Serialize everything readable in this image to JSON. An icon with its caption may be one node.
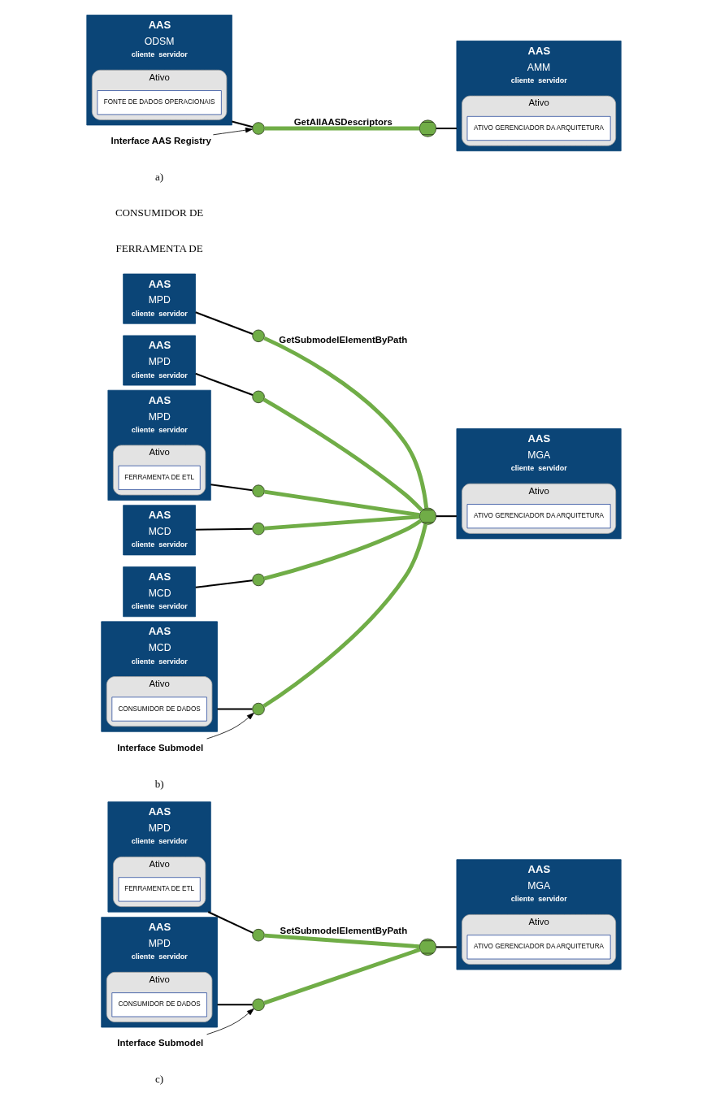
{
  "diagram": {
    "nodes": [
      {
        "text": [
          "AAS",
          "ODSM",
          "cliente",
          "servidor"
        ]
      },
      {
        "text": [
          "Ativo"
        ],
        "in": 0
      },
      {
        "text": [
          "FONTE DE DADOS OPERACIONAIS"
        ],
        "in": 1
      },
      {
        "text": [],
        "shape": "circle"
      },
      {
        "text": [],
        "shape": "semicircle"
      },
      {
        "text": [
          "AAS",
          "AMM",
          "cliente",
          "servidor"
        ]
      },
      {
        "text": [
          "Ativo"
        ],
        "in": 5
      },
      {
        "text": [
          "ATIVO GERENCIADOR DA ARQUITETURA"
        ],
        "in": 6
      },
      {
        "text": [
          "Interface AAS Registry"
        ]
      },
      {
        "text": [
          "AAS",
          "MPD",
          "cliente",
          "servidor"
        ]
      },
      {
        "text": [
          "AAS",
          "MPD",
          "cliente",
          "servidor"
        ]
      },
      {
        "text": [
          "AAS",
          "MPD",
          "cliente",
          "servidor"
        ]
      },
      {
        "text": [
          "Ativo"
        ],
        "in": 11
      },
      {
        "text": [
          "FERRAMENTA DE ETL"
        ],
        "in": 12
      },
      {
        "text": [],
        "shape": "circle"
      },
      {
        "text": [],
        "shape": "circle"
      },
      {
        "text": [],
        "shape": "circle"
      },
      {
        "text": [],
        "shape": "semicircle"
      },
      {
        "text": [
          "AAS",
          "MGA",
          "cliente",
          "servidor"
        ]
      },
      {
        "text": [
          "Ativo"
        ],
        "in": 18
      },
      {
        "text": [
          "ATIVO GERENCIADOR DA ARQUITETURA"
        ],
        "in": 19
      },
      {
        "text": [
          "AAS",
          "MCD",
          "cliente",
          "servidor"
        ]
      },
      {
        "text": [
          "AAS",
          "MCD",
          "cliente",
          "servidor"
        ]
      },
      {
        "text": [
          "AAS",
          "MCD",
          "cliente",
          "servidor"
        ]
      },
      {
        "text": [
          "Ativo"
        ],
        "in": 23
      },
      {
        "text": [
          "CONSUMIDOR DE DADOS"
        ],
        "in": 24
      },
      {
        "text": [],
        "shape": "circle"
      },
      {
        "text": [],
        "shape": "circle"
      },
      {
        "text": [],
        "shape": "circle"
      },
      {
        "text": [
          "Interface Submodel"
        ]
      },
      {
        "text": [
          "AAS",
          "MPD",
          "cliente",
          "servidor"
        ]
      },
      {
        "text": [
          "Ativo"
        ],
        "in": 30
      },
      {
        "text": [
          "FERRAMENTA DE ETL"
        ],
        "in": 31
      },
      {
        "text": [],
        "shape": "circle"
      },
      {
        "text": [],
        "shape": "semicircle"
      },
      {
        "text": [
          "AAS",
          "MGA",
          "cliente",
          "servidor"
        ]
      },
      {
        "text": [
          "Ativo"
        ],
        "in": 35
      },
      {
        "text": [
          "ATIVO GERENCIADOR DA ARQUITETURA"
        ],
        "in": 36
      },
      {
        "text": [
          "AAS",
          "MPD",
          "cliente",
          "servidor"
        ]
      },
      {
        "text": [
          "Ativo"
        ],
        "in": 38
      },
      {
        "text": [
          "CONSUMIDOR DE DADOS"
        ],
        "in": 39
      },
      {
        "text": [],
        "shape": "circle"
      },
      {
        "text": [
          "Interface Submodel"
        ]
      }
    ],
    "edges": [
      {
        "from": 0,
        "to": 3,
        "arrow": "none"
      },
      {
        "from": 3,
        "to": 4,
        "arrow": "none",
        "label": "GetAllAASDescriptors",
        "style": "thick",
        "color": "#70ad47"
      },
      {
        "from": 4,
        "to": 5,
        "arrow": "none"
      },
      {
        "from": 8,
        "to": 3,
        "arrow": "to"
      },
      {
        "from": 9,
        "to": 14,
        "arrow": "none"
      },
      {
        "from": 10,
        "to": 15,
        "arrow": "none"
      },
      {
        "from": 11,
        "to": 16,
        "arrow": "none"
      },
      {
        "from": 14,
        "to": 17,
        "arrow": "none",
        "label": "GetSubmodelElementByPath",
        "style": "thick",
        "color": "#70ad47"
      },
      {
        "from": 15,
        "to": 17,
        "arrow": "none",
        "style": "thick",
        "color": "#70ad47"
      },
      {
        "from": 16,
        "to": 17,
        "arrow": "none",
        "style": "thick",
        "color": "#70ad47"
      },
      {
        "from": 17,
        "to": 18,
        "arrow": "none"
      },
      {
        "from": 21,
        "to": 26,
        "arrow": "none"
      },
      {
        "from": 22,
        "to": 27,
        "arrow": "none"
      },
      {
        "from": 23,
        "to": 28,
        "arrow": "none"
      },
      {
        "from": 26,
        "to": 17,
        "arrow": "none",
        "style": "thick",
        "color": "#70ad47"
      },
      {
        "from": 27,
        "to": 17,
        "arrow": "none",
        "style": "thick",
        "color": "#70ad47"
      },
      {
        "from": 28,
        "to": 17,
        "arrow": "none",
        "style": "thick",
        "color": "#70ad47"
      },
      {
        "from": 29,
        "to": 28,
        "arrow": "to"
      },
      {
        "from": 30,
        "to": 33,
        "arrow": "none"
      },
      {
        "from": 33,
        "to": 34,
        "arrow": "none",
        "label": "SetSubmodelElementByPath",
        "style": "thick",
        "color": "#70ad47"
      },
      {
        "from": 34,
        "to": 35,
        "arrow": "none"
      },
      {
        "from": 38,
        "to": 41,
        "arrow": "none"
      },
      {
        "from": 41,
        "to": 34,
        "arrow": "none",
        "style": "thick",
        "color": "#70ad47"
      },
      {
        "from": 42,
        "to": 41,
        "arrow": "to"
      }
    ],
    "labels": [
      "a)",
      "b)",
      "FERRAMENTA DE",
      "CONSUMIDOR DE",
      "c)"
    ]
  }
}
